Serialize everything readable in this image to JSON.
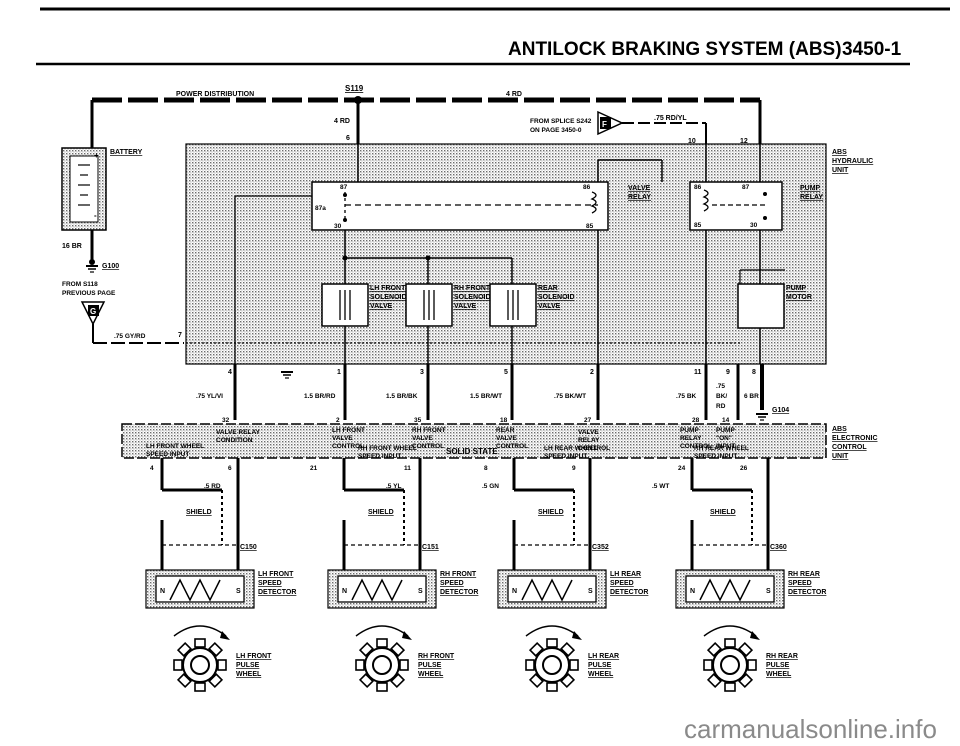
{
  "header": {
    "title": "ANTILOCK BRAKING SYSTEM (ABS)",
    "page": "3450-1"
  },
  "top": {
    "power_distribution": "POWER DISTRIBUTION",
    "s119": "S119",
    "rd4_left": "4 RD",
    "rd4_top": "4 RD",
    "from_splice": "FROM SPLICE S242",
    "on_page": "ON PAGE 3450-0",
    "conn_f": "F",
    "rd_yl": ".75 RD/YL",
    "pin6": "6",
    "pin10": "10",
    "pin12": "12"
  },
  "left": {
    "battery": "BATTERY",
    "plus": "+",
    "minus": "-",
    "br16": "16 BR",
    "g100": "G100",
    "from_s118": "FROM S118",
    "previous_page": "PREVIOUS PAGE",
    "conn_g": "G",
    "gy_rd": ".75 GY/RD",
    "pin7": "7"
  },
  "hydraulic_unit": {
    "label": [
      "ABS",
      "HYDRAULIC",
      "UNIT"
    ],
    "valve_relay": [
      "VALVE",
      "RELAY"
    ],
    "pump_relay": [
      "PUMP",
      "RELAY"
    ],
    "pump_motor": [
      "PUMP",
      "MOTOR"
    ],
    "relay_pins": {
      "p87": "87",
      "p87a": "87a",
      "p30": "30",
      "p86": "86",
      "p85": "85",
      "p87b": "87",
      "p86b": "86",
      "p85b": "85",
      "p30b": "30"
    },
    "solenoids": [
      {
        "l1": "LH FRONT",
        "l2": "SOLENOID",
        "l3": "VALVE"
      },
      {
        "l1": "RH FRONT",
        "l2": "SOLENOID",
        "l3": "VALVE"
      },
      {
        "l1": "REAR",
        "l2": "SOLENOID",
        "l3": "VALVE"
      }
    ]
  },
  "mid_pins": {
    "p4": "4",
    "p1": "1",
    "p3": "3",
    "p5": "5",
    "p2": "2",
    "p11": "11",
    "p9": "9",
    "p8": "8",
    "w1": ".75 YL/VI",
    "w2": "1.5 BR/RD",
    "w3": "1.5 BR/BK",
    "w4": "1.5 BR/WT",
    "w5": ".75 BK/WT",
    "w6": ".75 BK",
    "w7a": ".75",
    "w7b": "BK/",
    "w7c": "RD",
    "w8": "6 BR",
    "g104": "G104"
  },
  "ecu": {
    "label": [
      "ABS",
      "ELECTRONIC",
      "CONTROL",
      "UNIT"
    ],
    "pins_top": {
      "p32": "32",
      "p2": "2",
      "p35": "35",
      "p18": "18",
      "p27": "27",
      "p28": "28",
      "p14": "14"
    },
    "texts": {
      "a1": "VALVE RELAY",
      "a2": "CONDITION",
      "b1": "LH FRONT",
      "b2": "VALVE",
      "b3": "CONTROL",
      "c1": "RH FRONT",
      "c2": "VALVE",
      "c3": "CONTROL",
      "d1": "REAR",
      "d2": "VALVE",
      "d3": "CONTROL",
      "e1": "VALVE",
      "e2": "RELAY",
      "e3": "CONTROL",
      "f1": "PUMP",
      "f2": "RELAY",
      "f3": "CONTROL",
      "g1": "PUMP",
      "g2": "\"ON\"",
      "g3": "INPUT",
      "lhfw1": "LH FRONT WHEEL",
      "lhfw2": "SPEED INPUT",
      "rhfw1": "RH FRONT WHEEL",
      "rhfw2": "SPEED INPUT",
      "solid": "SOLID STATE",
      "lhrw1": "LH REAR WHEEL",
      "lhrw2": "SPEED INPUT",
      "rhrw1": "RH REAR WHEEL",
      "rhrw2": "SPEED INPUT"
    },
    "pins_bottom": {
      "p4": "4",
      "p6": "6",
      "p21": "21",
      "p11": "11",
      "p8": "8",
      "p9": "9",
      "p24": "24",
      "p26": "26"
    }
  },
  "sensors": [
    {
      "wire": ".5 RD",
      "shield": "SHIELD",
      "conn": "C150",
      "n": "N",
      "s": "S",
      "l1": "LH FRONT",
      "l2": "SPEED",
      "l3": "DETECTOR",
      "w1": "LH FRONT",
      "w2": "PULSE",
      "w3": "WHEEL"
    },
    {
      "wire": ".5 YL",
      "shield": "SHIELD",
      "conn": "C151",
      "n": "N",
      "s": "S",
      "l1": "RH FRONT",
      "l2": "SPEED",
      "l3": "DETECTOR",
      "w1": "RH FRONT",
      "w2": "PULSE",
      "w3": "WHEEL"
    },
    {
      "wire": ".5 GN",
      "shield": "SHIELD",
      "conn": "C352",
      "n": "N",
      "s": "S",
      "l1": "LH REAR",
      "l2": "SPEED",
      "l3": "DETECTOR",
      "w1": "LH REAR",
      "w2": "PULSE",
      "w3": "WHEEL"
    },
    {
      "wire": ".5 WT",
      "shield": "SHIELD",
      "conn": "C360",
      "n": "N",
      "s": "S",
      "l1": "RH REAR",
      "l2": "SPEED",
      "l3": "DETECTOR",
      "w1": "RH REAR",
      "w2": "PULSE",
      "w3": "WHEEL"
    }
  ],
  "watermark": "carmanualsonline.info"
}
